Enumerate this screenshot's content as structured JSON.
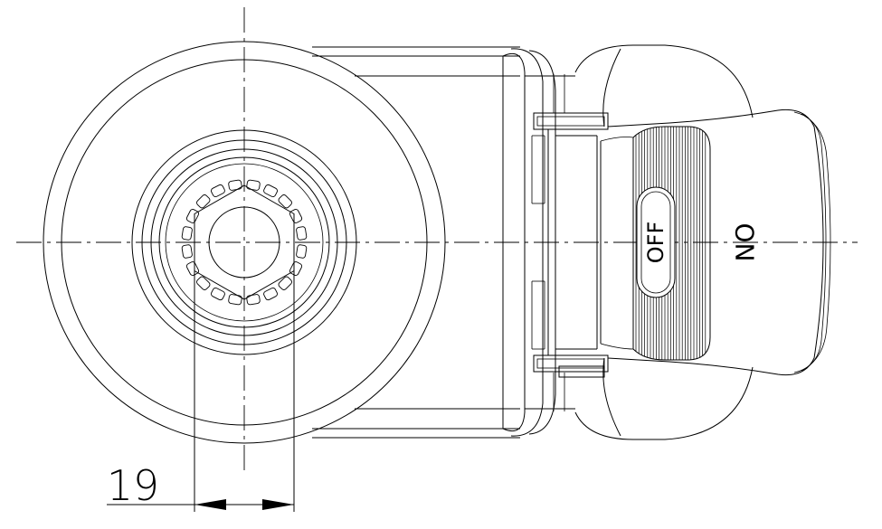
{
  "drawing": {
    "dimension_value": "19",
    "lever_on_label": "ON",
    "lever_off_label": "OFF"
  },
  "colors": {
    "line": "#000000",
    "background": "#ffffff"
  }
}
